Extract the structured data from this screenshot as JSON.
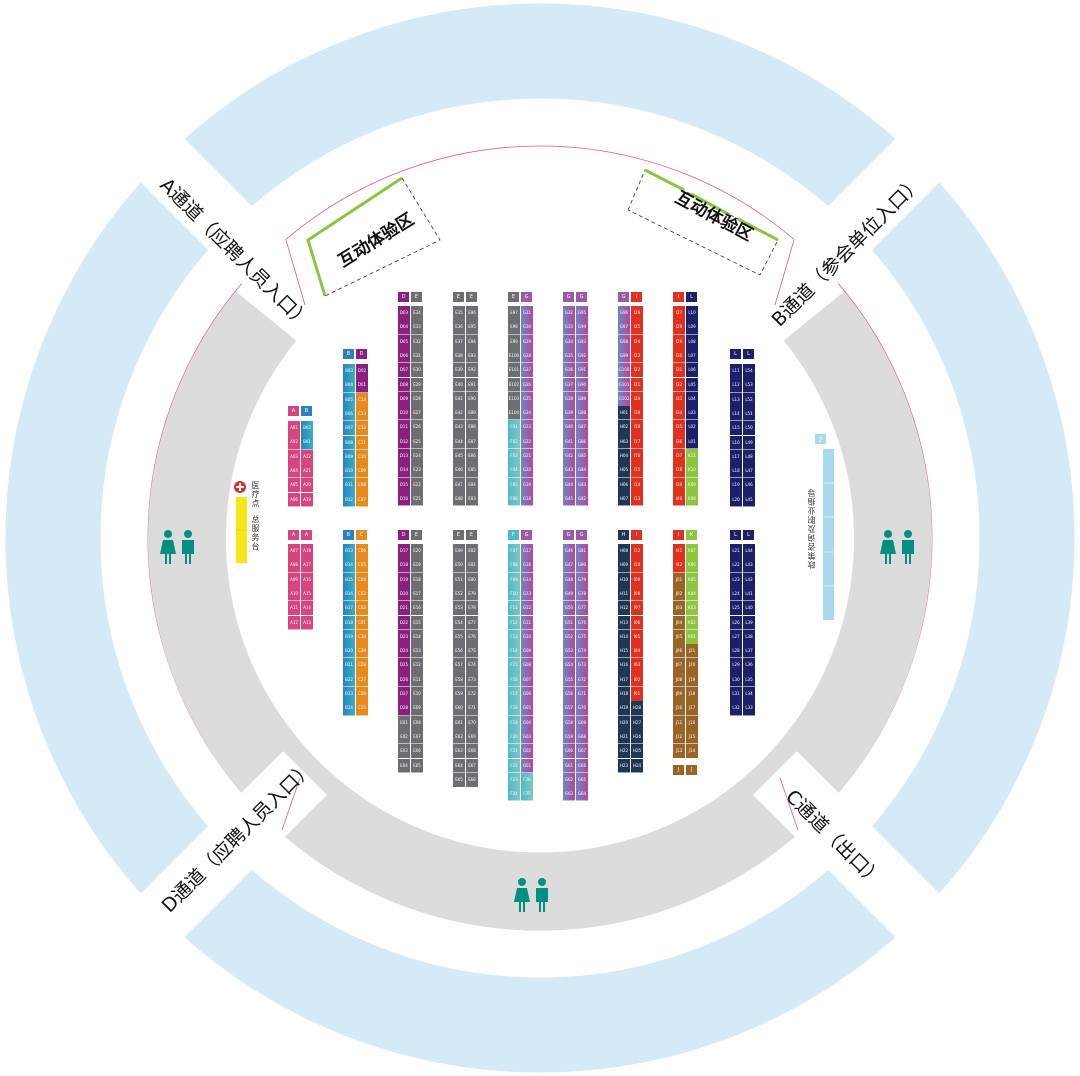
{
  "channels": {
    "a": "A通道（应聘人员入口）",
    "b": "B通道（参会单位入口）",
    "c": "C通道（出口）",
    "d": "D通道（应聘人员入口）"
  },
  "zones": {
    "left": "互动体验区",
    "right": "互动体验区"
  },
  "services": {
    "medical": "医疗点",
    "service_desk": "总服务台",
    "policy": "政策咨询及职业指导",
    "policy_header": "Z"
  },
  "icons": {
    "toilet": "restroom-icon",
    "medical": "medical-cross-icon"
  },
  "colors": {
    "A": "#d6457f",
    "B": "#2a80c2",
    "C": "#e8891c",
    "D": "#8a1f7f",
    "E": "#6d6e71",
    "F": "#4cbacb",
    "G": "#9a5aa8",
    "H": "#1e3756",
    "I": "#e2301f",
    "J": "#9a6426",
    "K": "#8cc63f",
    "L": "#1c1f6a",
    "Z": "#a9d9ec",
    "ring": "#d4ebf7",
    "aisle": "#dcdcdc",
    "restroom": "#008f80"
  },
  "booths": [
    {
      "header": [
        "A",
        "B"
      ],
      "rows": [
        [
          "A01",
          "B02"
        ],
        [
          "A02",
          "B01"
        ],
        [
          "A03",
          "A22"
        ],
        [
          "A04",
          "A21"
        ],
        [
          "A05",
          "A20"
        ],
        [
          "A06",
          "A19"
        ]
      ]
    },
    {
      "header": [
        "A",
        "A"
      ],
      "rows": [
        [
          "A07",
          "A18"
        ],
        [
          "A08",
          "A17"
        ],
        [
          "A09",
          "A16"
        ],
        [
          "A10",
          "A15"
        ],
        [
          "A11",
          "A14"
        ],
        [
          "A12",
          "A13"
        ]
      ]
    },
    {
      "header": [
        "B",
        "D"
      ],
      "rows": [
        [
          "B03",
          "D02"
        ],
        [
          "B04",
          "D01"
        ],
        [
          "B05",
          "C14"
        ],
        [
          "B06",
          "C13"
        ],
        [
          "B07",
          "C12"
        ],
        [
          "B08",
          "C11"
        ],
        [
          "B09",
          "C10"
        ],
        [
          "B10",
          "C09"
        ],
        [
          "B11",
          "C08"
        ],
        [
          "B12",
          "C07"
        ]
      ]
    },
    {
      "header": [
        "B",
        "C"
      ],
      "rows": [
        [
          "B13",
          "C06"
        ],
        [
          "B14",
          "C05"
        ],
        [
          "B15",
          "C04"
        ],
        [
          "B16",
          "C03"
        ],
        [
          "B17",
          "C02"
        ],
        [
          "B18",
          "C01"
        ],
        [
          "B19",
          "C30"
        ],
        [
          "B20",
          "C29"
        ],
        [
          "B21",
          "C28"
        ],
        [
          "B22",
          "C27"
        ],
        [
          "B23",
          "C26"
        ],
        [
          "B24",
          "C25"
        ]
      ]
    },
    {
      "header": [
        "D",
        "E"
      ],
      "rows": [
        [
          "D03",
          "E34"
        ],
        [
          "D04",
          "E33"
        ],
        [
          "D05",
          "E32"
        ],
        [
          "D06",
          "E31"
        ],
        [
          "D07",
          "E30"
        ],
        [
          "D08",
          "E29"
        ],
        [
          "D09",
          "E28"
        ],
        [
          "D10",
          "E27"
        ],
        [
          "D11",
          "E26"
        ],
        [
          "D12",
          "E25"
        ],
        [
          "D13",
          "E24"
        ],
        [
          "D14",
          "E23"
        ],
        [
          "D15",
          "E22"
        ],
        [
          "D16",
          "E21"
        ]
      ]
    },
    {
      "header": [
        "D",
        "E"
      ],
      "rows": [
        [
          "D17",
          "E20"
        ],
        [
          "D18",
          "E19"
        ],
        [
          "D19",
          "E18"
        ],
        [
          "D20",
          "E17"
        ],
        [
          "D21",
          "E16"
        ],
        [
          "D22",
          "E15"
        ],
        [
          "D23",
          "E14"
        ],
        [
          "D24",
          "E13"
        ],
        [
          "D25",
          "E12"
        ],
        [
          "D26",
          "E11"
        ],
        [
          "D27",
          "E10"
        ],
        [
          "D28",
          "E09"
        ],
        [
          "E01",
          "E08"
        ],
        [
          "E02",
          "E07"
        ],
        [
          "E03",
          "E06"
        ],
        [
          "E04",
          "E05"
        ]
      ]
    },
    {
      "header": [
        "E",
        "E"
      ],
      "rows": [
        [
          "E35",
          "E96"
        ],
        [
          "E36",
          "E95"
        ],
        [
          "E37",
          "E94"
        ],
        [
          "E38",
          "E93"
        ],
        [
          "E39",
          "E92"
        ],
        [
          "E40",
          "E91"
        ],
        [
          "E41",
          "E90"
        ],
        [
          "E42",
          "E89"
        ],
        [
          "E43",
          "E88"
        ],
        [
          "E44",
          "E87"
        ],
        [
          "E45",
          "E86"
        ],
        [
          "E46",
          "E85"
        ],
        [
          "E47",
          "E84"
        ],
        [
          "E48",
          "E83"
        ]
      ]
    },
    {
      "header": [
        "E",
        "E"
      ],
      "rows": [
        [
          "E49",
          "E82"
        ],
        [
          "E50",
          "E81"
        ],
        [
          "E51",
          "E80"
        ],
        [
          "E52",
          "E79"
        ],
        [
          "E53",
          "E78"
        ],
        [
          "E54",
          "E77"
        ],
        [
          "E55",
          "E76"
        ],
        [
          "E56",
          "E75"
        ],
        [
          "E57",
          "E74"
        ],
        [
          "E58",
          "E73"
        ],
        [
          "E59",
          "E72"
        ],
        [
          "E60",
          "E71"
        ],
        [
          "E61",
          "E70"
        ],
        [
          "E62",
          "E69"
        ],
        [
          "E63",
          "E68"
        ],
        [
          "E64",
          "E67"
        ],
        [
          "E65",
          "E66"
        ]
      ]
    },
    {
      "header": [
        "E",
        "G"
      ],
      "rows": [
        [
          "E97",
          "G31"
        ],
        [
          "E98",
          "G30"
        ],
        [
          "E99",
          "G29"
        ],
        [
          "E100",
          "G28"
        ],
        [
          "E101",
          "G27"
        ],
        [
          "E102",
          "G26"
        ],
        [
          "E103",
          "G25"
        ],
        [
          "E104",
          "G24"
        ],
        [
          "F01",
          "G23"
        ],
        [
          "F02",
          "G22"
        ],
        [
          "F03",
          "G21"
        ],
        [
          "F04",
          "G20"
        ],
        [
          "F05",
          "G19"
        ],
        [
          "F06",
          "G18"
        ]
      ]
    },
    {
      "header": [
        "F",
        "G"
      ],
      "rows": [
        [
          "F07",
          "G17"
        ],
        [
          "F08",
          "G16"
        ],
        [
          "F09",
          "G14"
        ],
        [
          "F10",
          "G13"
        ],
        [
          "F11",
          "G12"
        ],
        [
          "F12",
          "G11"
        ],
        [
          "F13",
          "G10"
        ],
        [
          "F14",
          "G09"
        ],
        [
          "F15",
          "G08"
        ],
        [
          "F16",
          "G07"
        ],
        [
          "F17",
          "G06"
        ],
        [
          "F18",
          "G05"
        ],
        [
          "F19",
          "G04"
        ],
        [
          "F20",
          "G03"
        ],
        [
          "F21",
          "G02"
        ],
        [
          "F22",
          "G01"
        ],
        [
          "F23",
          "F26"
        ],
        [
          "F24",
          "F25"
        ]
      ]
    },
    {
      "header": [
        "G",
        "G"
      ],
      "rows": [
        [
          "G32",
          "G95"
        ],
        [
          "G33",
          "G94"
        ],
        [
          "G34",
          "G93"
        ],
        [
          "G35",
          "G92"
        ],
        [
          "G36",
          "G91"
        ],
        [
          "G37",
          "G90"
        ],
        [
          "G38",
          "G89"
        ],
        [
          "G39",
          "G88"
        ],
        [
          "G40",
          "G87"
        ],
        [
          "G41",
          "G86"
        ],
        [
          "G42",
          "G85"
        ],
        [
          "G43",
          "G84"
        ],
        [
          "G44",
          "G83"
        ],
        [
          "G45",
          "G82"
        ]
      ]
    },
    {
      "header": [
        "G",
        "G"
      ],
      "rows": [
        [
          "G46",
          "G81"
        ],
        [
          "G47",
          "G80"
        ],
        [
          "G48",
          "G79"
        ],
        [
          "G49",
          "G78"
        ],
        [
          "G50",
          "G77"
        ],
        [
          "G51",
          "G76"
        ],
        [
          "G52",
          "G75"
        ],
        [
          "G53",
          "G74"
        ],
        [
          "G54",
          "G73"
        ],
        [
          "G55",
          "G72"
        ],
        [
          "G56",
          "G71"
        ],
        [
          "G57",
          "G70"
        ],
        [
          "G58",
          "G69"
        ],
        [
          "G59",
          "G68"
        ],
        [
          "G60",
          "G67"
        ],
        [
          "G61",
          "G66"
        ],
        [
          "G62",
          "G65"
        ],
        [
          "G63",
          "G64"
        ]
      ]
    },
    {
      "header": [
        "G",
        "I"
      ],
      "rows": [
        [
          "G96",
          "I26"
        ],
        [
          "G97",
          "I25"
        ],
        [
          "G98",
          "I24"
        ],
        [
          "G99",
          "I23"
        ],
        [
          "G100",
          "I22"
        ],
        [
          "G101",
          "I21"
        ],
        [
          "G102",
          "I20"
        ],
        [
          "H01",
          "I19"
        ],
        [
          "H02",
          "I18"
        ],
        [
          "H03",
          "I17"
        ],
        [
          "H04",
          "I16"
        ],
        [
          "H05",
          "I15"
        ],
        [
          "H06",
          "I14"
        ],
        [
          "H07",
          "I13"
        ]
      ]
    },
    {
      "header": [
        "H",
        "I"
      ],
      "rows": [
        [
          "H08",
          "I12"
        ],
        [
          "H09",
          "I10"
        ],
        [
          "H10",
          "I09"
        ],
        [
          "H11",
          "I08"
        ],
        [
          "H12",
          "I07"
        ],
        [
          "H13",
          "I06"
        ],
        [
          "H14",
          "I05"
        ],
        [
          "H15",
          "I04"
        ],
        [
          "H16",
          "I03"
        ],
        [
          "H17",
          "I02"
        ],
        [
          "H18",
          "I01"
        ],
        [
          "H19",
          "H28"
        ],
        [
          "H20",
          "H27"
        ],
        [
          "H21",
          "H26"
        ],
        [
          "H22",
          "H25"
        ],
        [
          "H23",
          "H24"
        ]
      ]
    },
    {
      "header": [
        "I",
        "L"
      ],
      "rows": [
        [
          "I27",
          "L10"
        ],
        [
          "I28",
          "L09"
        ],
        [
          "I29",
          "L08"
        ],
        [
          "I30",
          "L07"
        ],
        [
          "I31",
          "L06"
        ],
        [
          "I32",
          "L05"
        ],
        [
          "I33",
          "L04"
        ],
        [
          "I34",
          "L03"
        ],
        [
          "I35",
          "L02"
        ],
        [
          "I36",
          "L01"
        ],
        [
          "I37",
          "K11"
        ],
        [
          "I38",
          "K10"
        ],
        [
          "I39",
          "K09"
        ],
        [
          "I40",
          "K08"
        ]
      ]
    },
    {
      "header": [
        "I",
        "K"
      ],
      "rows": [
        [
          "I41",
          "K07"
        ],
        [
          "I42",
          "K06"
        ],
        [
          "J01",
          "K05"
        ],
        [
          "J02",
          "K04"
        ],
        [
          "J03",
          "K03"
        ],
        [
          "J04",
          "K02"
        ],
        [
          "J05",
          "K01"
        ],
        [
          "J06",
          "J21"
        ],
        [
          "J07",
          "J20"
        ],
        [
          "J08",
          "J19"
        ],
        [
          "J09",
          "J18"
        ],
        [
          "J10",
          "J17"
        ],
        [
          "J11",
          "J16"
        ],
        [
          "J12",
          "J15"
        ],
        [
          "J13",
          "J14"
        ]
      ],
      "footer": [
        "J",
        "J"
      ]
    },
    {
      "header": [
        "L",
        "L"
      ],
      "rows": [
        [
          "L11",
          "L54"
        ],
        [
          "L12",
          "L53"
        ],
        [
          "L13",
          "L52"
        ],
        [
          "L14",
          "L51"
        ],
        [
          "L15",
          "L50"
        ],
        [
          "L16",
          "L49"
        ],
        [
          "L17",
          "L48"
        ],
        [
          "L18",
          "L47"
        ],
        [
          "L19",
          "L46"
        ],
        [
          "L20",
          "L45"
        ]
      ]
    },
    {
      "header": [
        "L",
        "L"
      ],
      "rows": [
        [
          "L21",
          "L44"
        ],
        [
          "L22",
          "L43"
        ],
        [
          "L23",
          "L42"
        ],
        [
          "L24",
          "L41"
        ],
        [
          "L25",
          "L40"
        ],
        [
          "L26",
          "L39"
        ],
        [
          "L27",
          "L38"
        ],
        [
          "L28",
          "L37"
        ],
        [
          "L29",
          "L36"
        ],
        [
          "L30",
          "L35"
        ],
        [
          "L31",
          "L34"
        ],
        [
          "L32",
          "L33"
        ]
      ]
    }
  ]
}
